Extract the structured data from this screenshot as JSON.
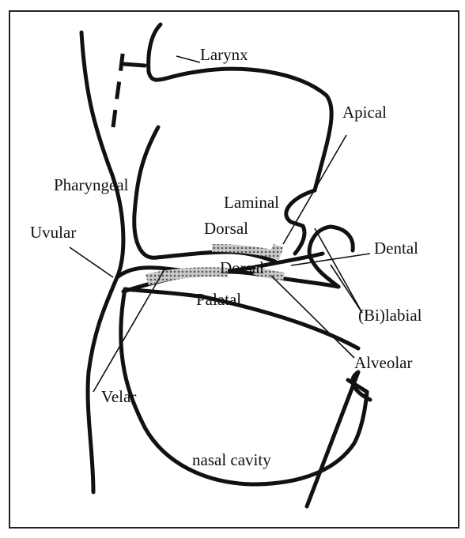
{
  "figure": {
    "orientation": "upside-down (rotated 180 degrees)",
    "colors": {
      "line": "#111111",
      "background": "#ffffff",
      "articulation_region": "#9a9a9a"
    },
    "labels": {
      "larynx": "Larynx",
      "apical": "Apical",
      "laminal": "Laminal",
      "pharyngeal": "Pharyngeal",
      "dorsal_1": "Dorsal",
      "dorsal_2": "Dorsal",
      "dental": "Dental",
      "uvular": "Uvular",
      "bilabial": "(Bi)labial",
      "palatal": "Palatal",
      "alveolar": "Alveolar",
      "velar": "Velar",
      "nasal_cavity": "nasal cavity"
    }
  }
}
